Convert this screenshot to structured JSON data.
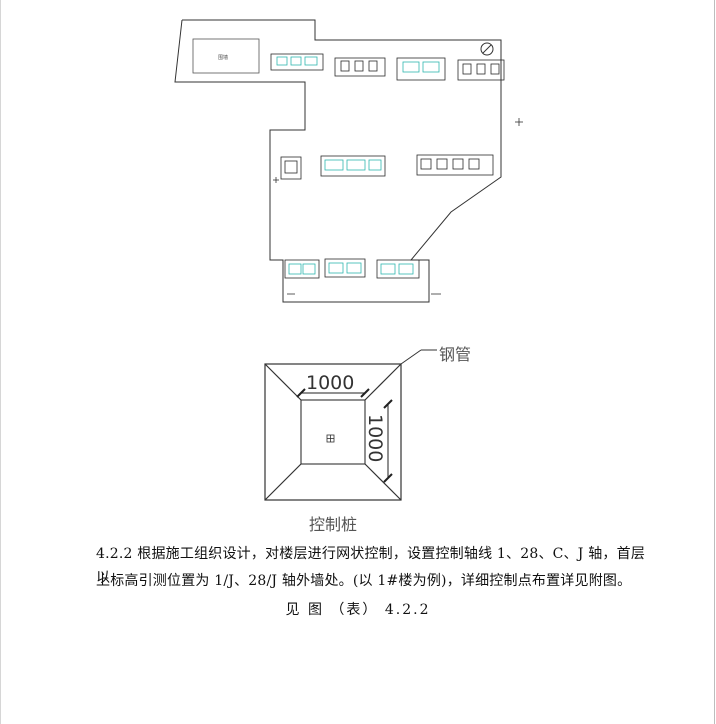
{
  "site_plan": {
    "small_label": "围墙",
    "label_color": "#4a4a4a",
    "outline_color": "#333333",
    "building_color": "#2b2b2b",
    "accent_color": "#2fb7b0"
  },
  "control_pile": {
    "pipe_label": "钢管",
    "width_dim": "1000",
    "height_dim": "1000",
    "caption": "控制桩"
  },
  "body": {
    "paragraph_line1": "4.2.2 根据施工组织设计，对楼层进行网状控制，设置控制轴线 1、28、C、J 轴，首层以",
    "paragraph_line2": "上标高引测位置为 1/J、28/J 轴外墙处。(以 1#楼为例)，详细控制点布置详见附图。",
    "figure_ref": "见 图 （表） 4.2.2"
  }
}
